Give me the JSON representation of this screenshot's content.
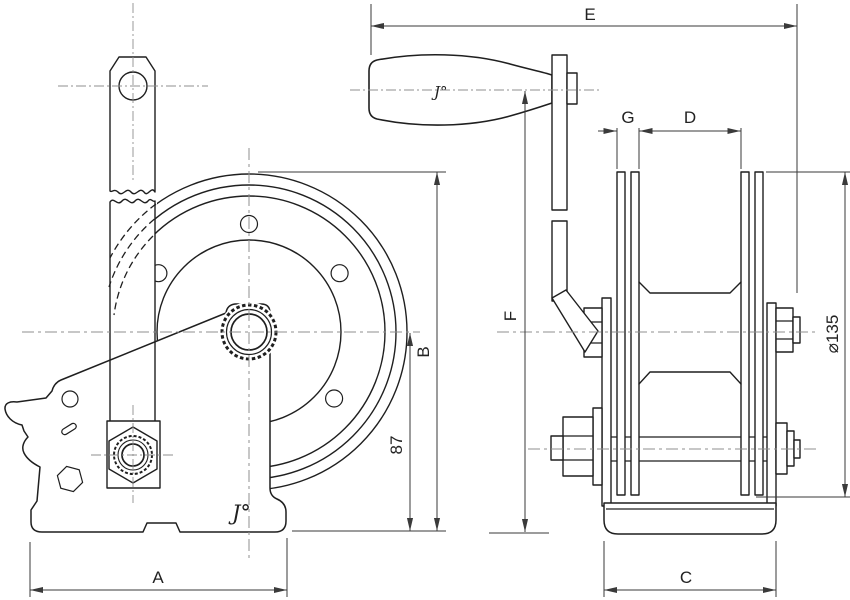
{
  "drawing": {
    "colors": {
      "line": "#1f1f1f",
      "centerline": "#8f8f8f",
      "dimension": "#3a3a3a",
      "background": "#ffffff"
    },
    "labels": {
      "A": "A",
      "B": "B",
      "C": "C",
      "D": "D",
      "E": "E",
      "F": "F",
      "G": "G",
      "hub_height": "87",
      "flange_diameter": "⌀135"
    },
    "logo_mark": "J°"
  }
}
